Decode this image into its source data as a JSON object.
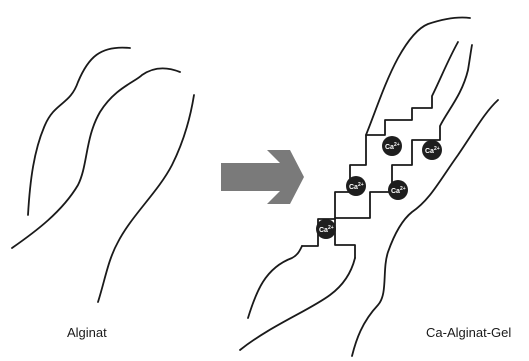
{
  "labels": {
    "left": "Alginat",
    "right": "Ca-Alginat-Gel"
  },
  "ion": {
    "symbol": "Ca",
    "charge": "2+"
  },
  "colors": {
    "line": "#1a1a1a",
    "arrow": "#7a7a7a",
    "ion_fill": "#1e1e1e",
    "ion_text": "#ffffff"
  }
}
